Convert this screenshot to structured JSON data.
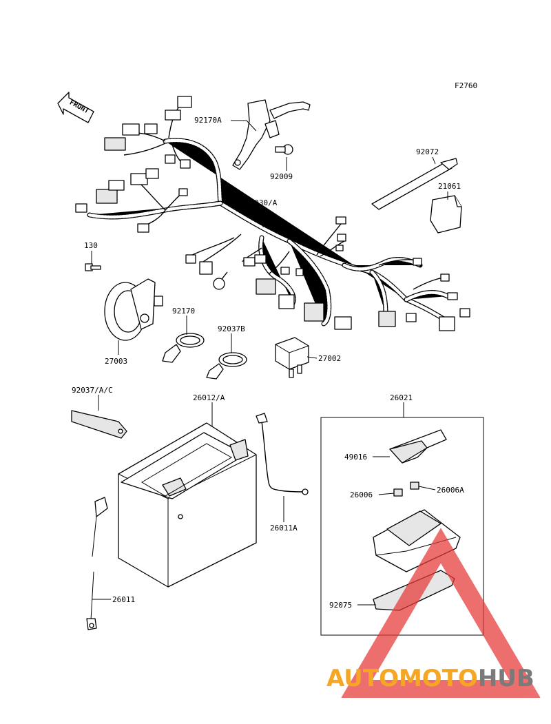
{
  "diagram": {
    "code": "F2760",
    "front_label": "FRONT",
    "labels": {
      "p92170A": "92170A",
      "p92009": "92009",
      "p92072": "92072",
      "p21061": "21061",
      "p26030A": "26030/A",
      "p130": "130",
      "p92170": "92170",
      "p92037B": "92037B",
      "p27002": "27002",
      "p27003": "27003",
      "p92037AC": "92037/A/C",
      "p26012A": "26012/A",
      "p26021": "26021",
      "p49016": "49016",
      "p26006": "26006",
      "p26006A": "26006A",
      "p26011A": "26011A",
      "p26011": "26011",
      "p92075": "92075"
    }
  },
  "watermark": {
    "brand_part1": "AUTOMOTO",
    "brand_part2": "HUB",
    "color_primary": "#f5a623",
    "color_secondary": "#7a7a7a",
    "color_triangle": "#e53935"
  }
}
